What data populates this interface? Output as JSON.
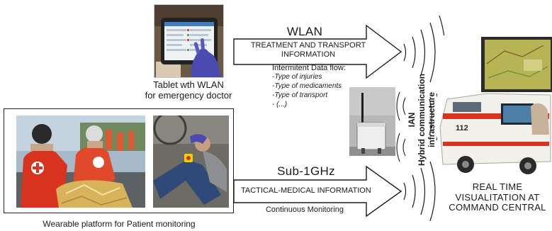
{
  "tablet": {
    "caption_line1": "Tablet wth WLAN",
    "caption_line2": "for emergency doctor"
  },
  "wlan": {
    "title": "WLAN",
    "line1": "TREATMENT AND TRANSPORT",
    "line2": "INFORMATION"
  },
  "dataflow": {
    "heading": "Intermitent Data flow:",
    "items": [
      "-Type of injuries",
      "-Type of medicaments",
      "-Type of transport",
      "- (...)"
    ]
  },
  "subghz": {
    "title": "Sub-1GHz",
    "line1": "TACTICAL-MEDICAL INFORMATION",
    "monitoring": "Continuous Monitoring"
  },
  "ian": {
    "line1": "IAN",
    "line2": "Hybrid communication",
    "line3": "infrastructure"
  },
  "command": {
    "line1": "REAL TIME",
    "line2": "VISUALITATION AT",
    "line3": "COMMAND CENTRAL"
  },
  "wearable": {
    "caption": "Wearable platform for Patient monitoring"
  },
  "ambulance": {
    "number": "112"
  },
  "colors": {
    "rescue_red": "#d8331f",
    "glove_purple": "#4a4ab0",
    "foil_gold": "#d8b35c",
    "ambulance_white": "#f2f0ea",
    "arrow_stroke": "#1b1b1b"
  }
}
